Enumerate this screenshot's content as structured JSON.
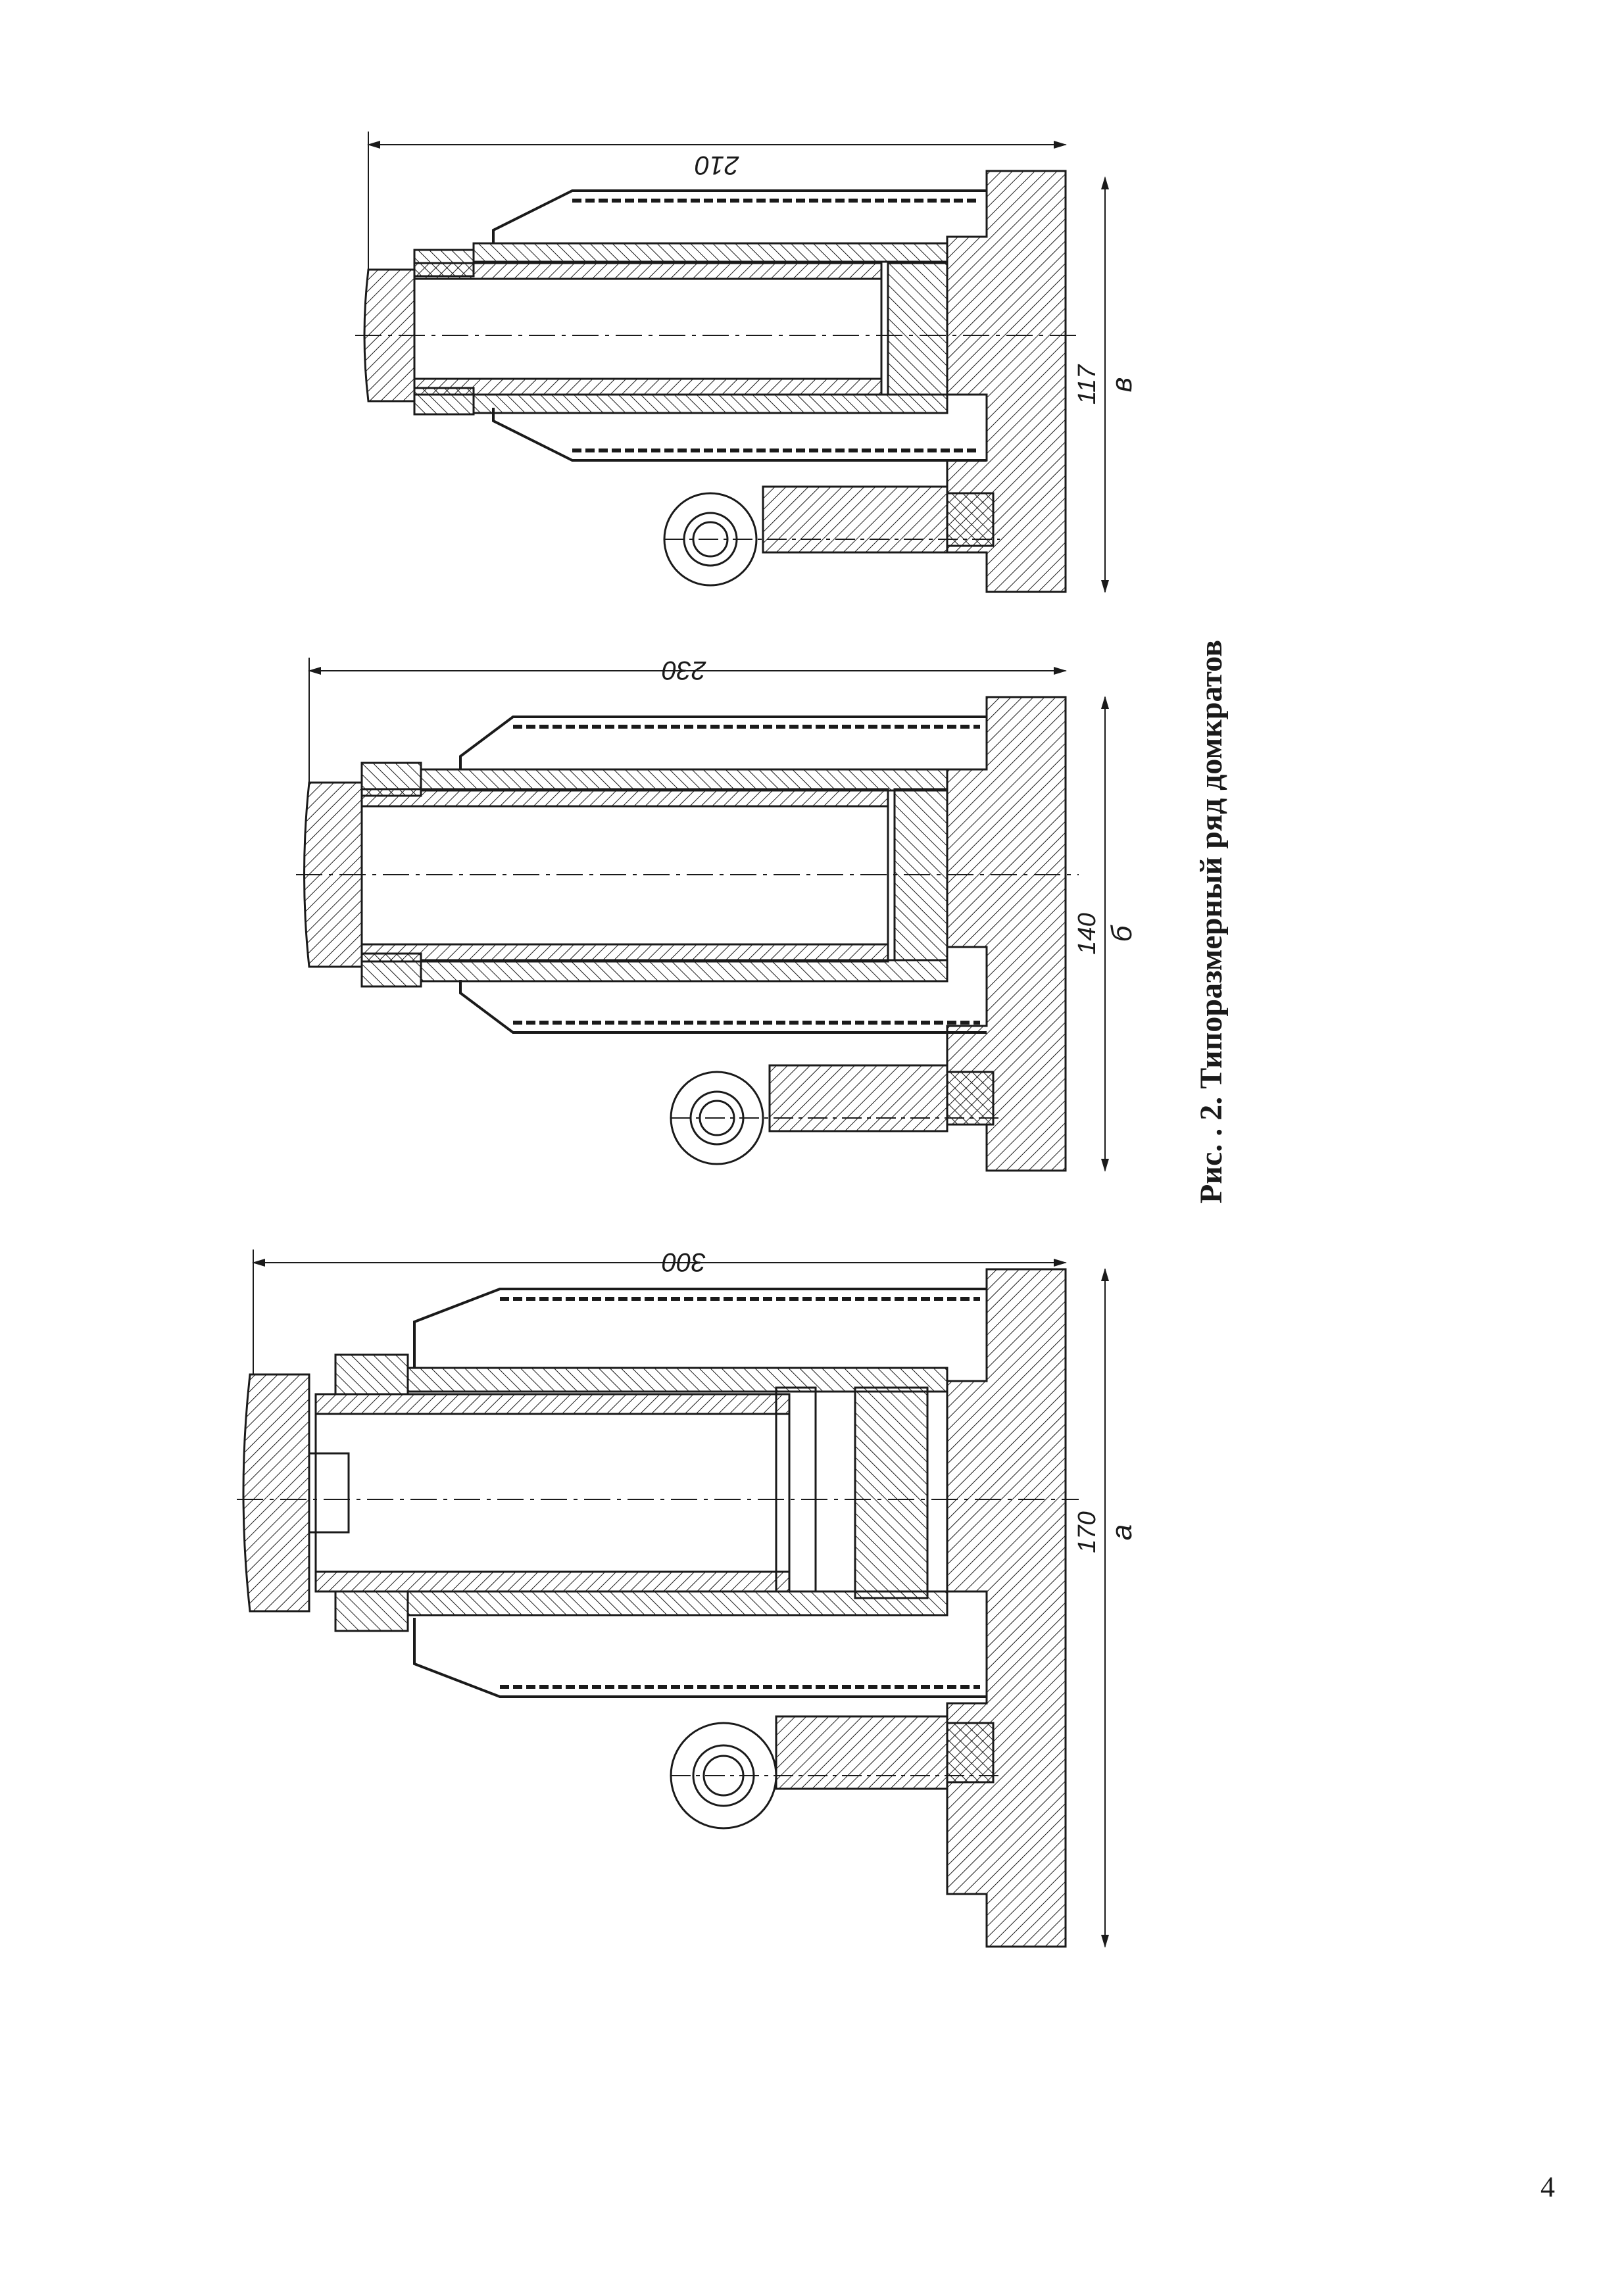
{
  "figure": {
    "caption": "Рис. . 2. Типоразмерный ряд домкратов",
    "page_number": "4"
  },
  "jacks": [
    {
      "label": "а",
      "height": "300",
      "base_width": "170"
    },
    {
      "label": "б",
      "height": "230",
      "base_width": "140"
    },
    {
      "label": "в",
      "height": "210",
      "base_width": "117"
    }
  ],
  "colors": {
    "ink": "#1a1a1a",
    "paper": "#ffffff"
  }
}
